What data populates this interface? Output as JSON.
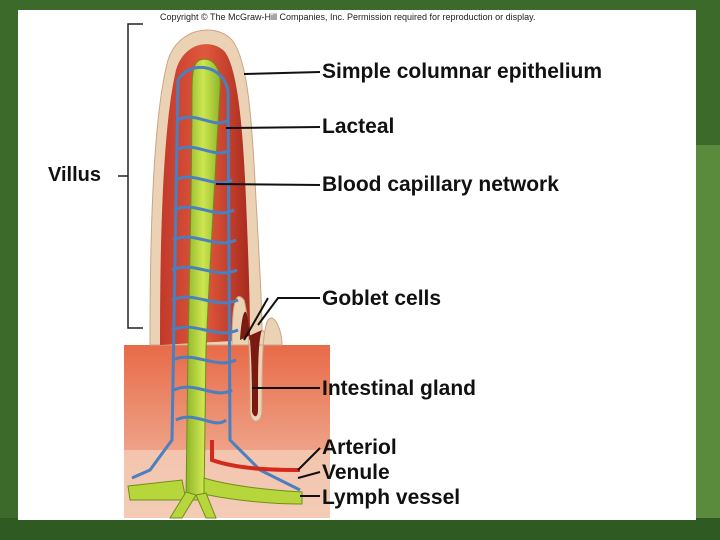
{
  "copyright": "Copyright © The McGraw-Hill Companies, Inc. Permission required for reproduction or display.",
  "labels": {
    "villus": "Villus",
    "simple_columnar_epithelium": "Simple columnar epithelium",
    "lacteal": "Lacteal",
    "blood_capillary_network": "Blood capillary network",
    "goblet_cells": "Goblet cells",
    "intestinal_gland": "Intestinal gland",
    "arteriol": "Arteriol",
    "venule": "Venule",
    "lymph_vessel": "Lymph vessel"
  },
  "colors": {
    "slide_background": "#3b6a2a",
    "tissue": "#c9442a",
    "epithelium": "#e8c8a8",
    "lacteal": "#b7d63c",
    "capillary": "#4a7fc0",
    "arteriole": "#d42a1e"
  }
}
